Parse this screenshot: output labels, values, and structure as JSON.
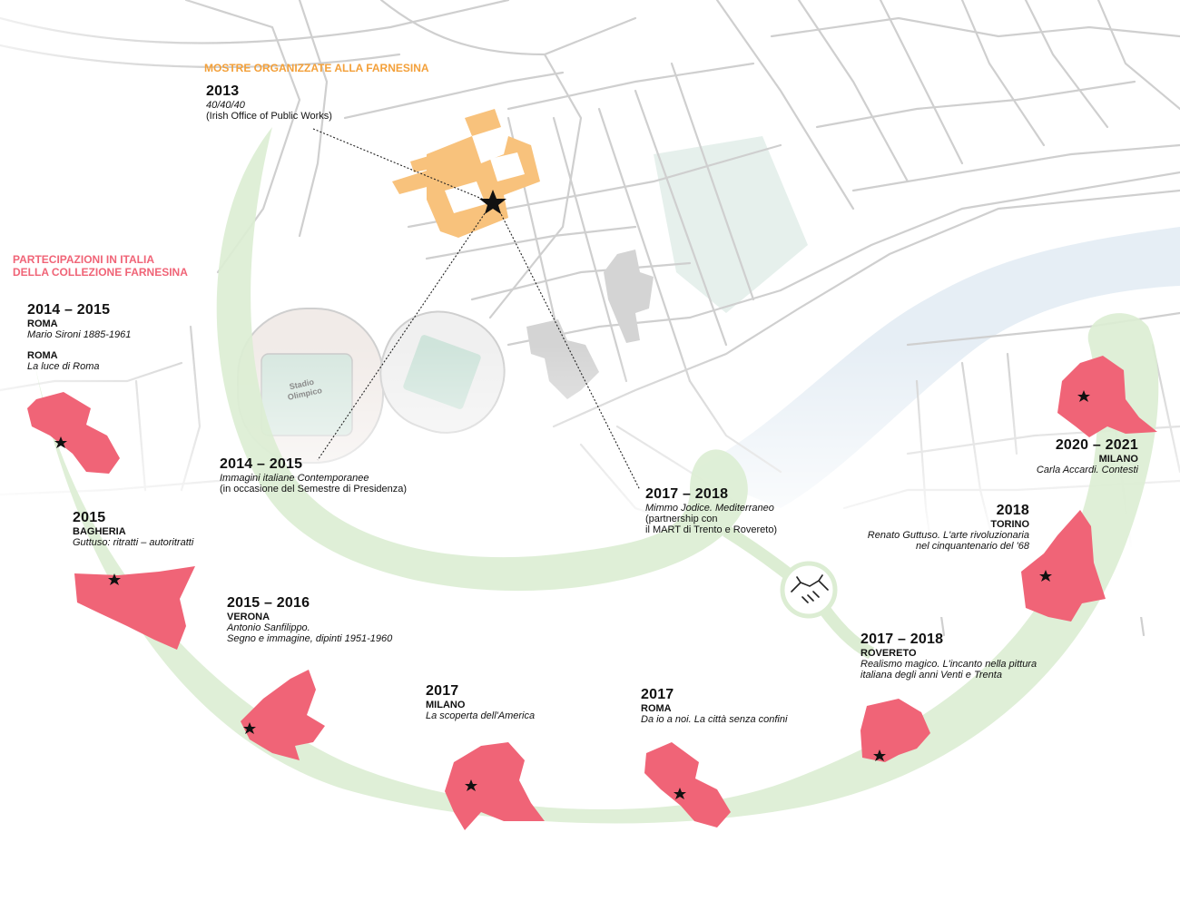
{
  "headers": {
    "farnesina": "MOSTRE ORGANIZZATE ALLA FARNESINA",
    "italia_line1": "PARTECIPAZIONI IN ITALIA",
    "italia_line2": "DELLA COLLEZIONE FARNESINA"
  },
  "map_labels": {
    "stadio_line1": "Stadio",
    "stadio_line2": "Olimpico"
  },
  "farnesina_events": {
    "e2013": {
      "year": "2013",
      "title": "40/40/40",
      "note": "(Irish Office of Public Works)"
    },
    "e2014": {
      "year": "2014 – 2015",
      "title": "Immagini italiane Contemporanee",
      "note": "(in occasione del Semestre di Presidenza)"
    },
    "e2017": {
      "year": "2017 – 2018",
      "title": "Mimmo Jodice. Mediterraneo",
      "note1": "(partnership con",
      "note2": "il MART di Trento e Rovereto)"
    }
  },
  "italy_events": {
    "e1": {
      "year": "2014 – 2015",
      "city1": "ROMA",
      "title1": "Mario Sironi 1885-1961",
      "city2": "ROMA",
      "title2": "La luce di Roma"
    },
    "e2": {
      "year": "2015",
      "city": "BAGHERIA",
      "title": "Guttuso: ritratti – autoritratti"
    },
    "e3": {
      "year": "2015 – 2016",
      "city": "VERONA",
      "title1": "Antonio Sanfilippo.",
      "title2": "Segno e immagine, dipinti 1951-1960"
    },
    "e4": {
      "year": "2017",
      "city": "MILANO",
      "title": "La scoperta dell'America"
    },
    "e5": {
      "year": "2017",
      "city": "ROMA",
      "title": "Da io a noi. La città senza confini"
    },
    "e6": {
      "year": "2017 – 2018",
      "city": "ROVERETO",
      "title1": "Realismo magico. L'incanto nella pittura",
      "title2": "italiana degli anni Venti e Trenta"
    },
    "e7": {
      "year": "2018",
      "city": "TORINO",
      "title1": "Renato Guttuso. L'arte rivoluzionaria",
      "title2": "nel cinquantenario del '68"
    },
    "e8": {
      "year": "2020 – 2021",
      "city": "MILANO",
      "title": "Carla Accardi. Contesti"
    }
  },
  "icons": {
    "handshake": "handshake-icon",
    "star": "star-icon",
    "region": "region-map-icon"
  },
  "colors": {
    "path_green": "#dcedd3",
    "region_pink": "#f06477",
    "building_orange": "#f8c27c",
    "header_orange": "#f3a03a",
    "header_pink": "#f06477",
    "river": "#e6eef5",
    "road": "#d7d7d7"
  }
}
